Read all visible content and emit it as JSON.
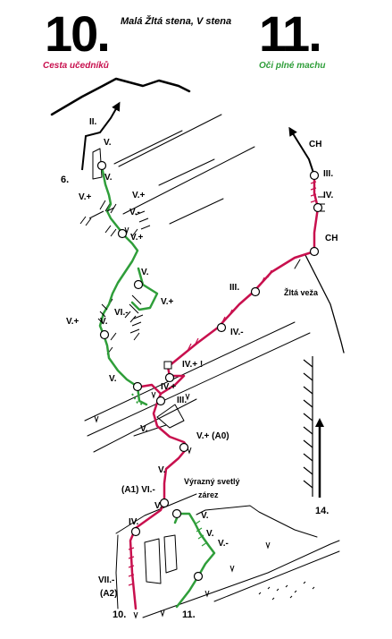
{
  "header": {
    "wall_name": "Malá Žltá stena, V stena",
    "route_left": {
      "number": "10.",
      "name": "Cesta učedníků",
      "color": "#c8104e"
    },
    "route_right": {
      "number": "11.",
      "name": "Oči plné machu",
      "color": "#27a33b"
    }
  },
  "colors": {
    "red_route": "#c8104e",
    "green_route": "#2f9e3a",
    "rock": "#000000"
  },
  "labels": {
    "exit_ii": "II.",
    "route6": "6.",
    "exit_ch": "CH",
    "ch_belay": "CH",
    "iii_top": "III.",
    "iv_top": "IV.",
    "iii_mid": "III.",
    "zlta_veza": "Žltá veža",
    "ivminus_mid": "IV.-",
    "ivplus_excl": "IV.+ !",
    "ivplus_left": "IV.+",
    "iii_low": "III.",
    "v_a": "V.",
    "v_b": "V.",
    "vplus_a": "V.+",
    "vplus_b": "V.+",
    "vminus_a": "V.-",
    "vplus_c": "V.+",
    "v_c": "V.",
    "vplus_d": "V.+",
    "vi_minus": "VI.-",
    "vplus_e": "V.+",
    "v_d": "V.",
    "v_e": "V.",
    "v_red": "V.",
    "vplus_a0": "V.+ (A0)",
    "v_f": "V.",
    "a1_vi": "(A1) VI.-",
    "v_g": "V.",
    "zarez1": "Výrazný svetlý",
    "zarez2": "zárez",
    "iv_low": "IV.",
    "v_h": "V.",
    "v_i": "V.",
    "vminus_b": "V.-",
    "vii_a2a": "VII.-",
    "vii_a2b": "(A2)",
    "start10": "10.",
    "start11": "11.",
    "route14": "14."
  },
  "icons": [
    "arrow-up-icon",
    "grass-tuft-icon",
    "belay-ring-icon"
  ]
}
